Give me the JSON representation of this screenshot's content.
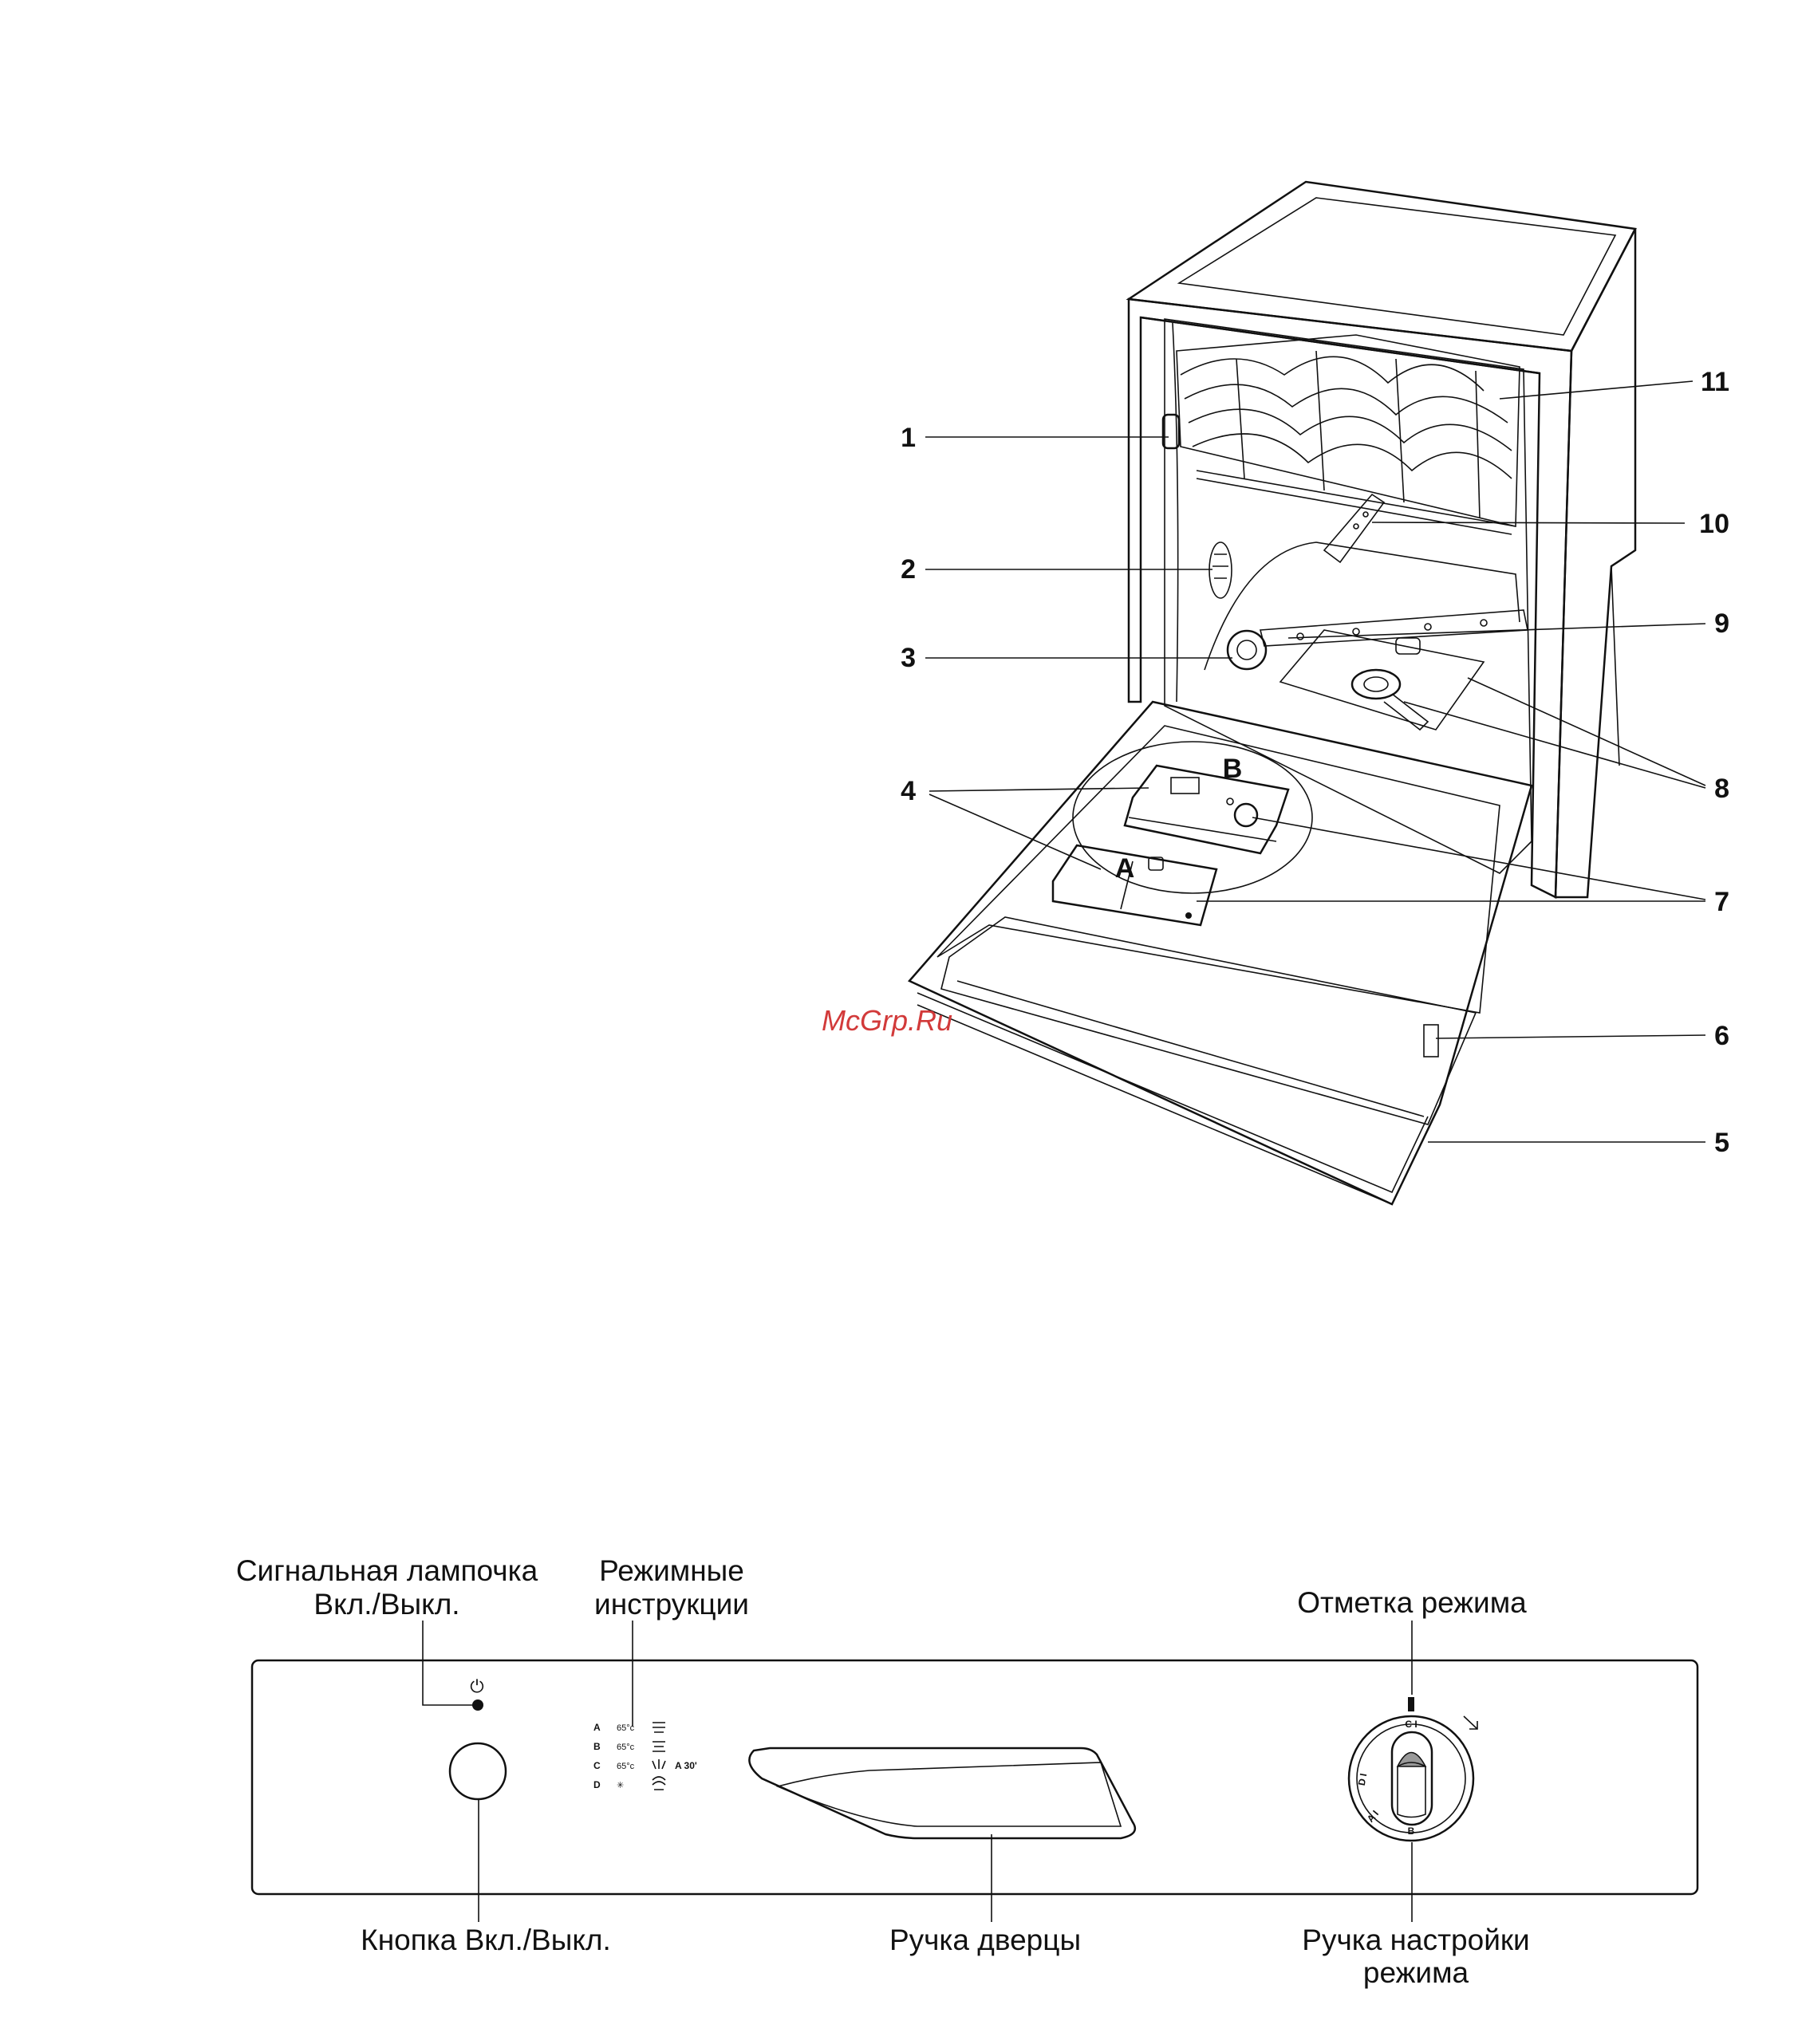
{
  "diagram": {
    "callouts": {
      "n1": "1",
      "n2": "2",
      "n3": "3",
      "n4": "4",
      "n5": "5",
      "n6": "6",
      "n7": "7",
      "n8": "8",
      "n9": "9",
      "n10": "10",
      "n11": "11",
      "dispenser_a": "A",
      "dispenser_b": "B"
    },
    "watermark": "McGrp.Ru"
  },
  "panel": {
    "signal_lamp_line1": "Сигнальная лампочка",
    "signal_lamp_line2": "Вкл./Выкл.",
    "mode_instructions_line1": "Режимные",
    "mode_instructions_line2": "инструкции",
    "mode_mark": "Отметка режима",
    "power_button": "Кнопка Вкл./Выкл.",
    "door_handle": "Ручка дверцы",
    "mode_knob_line1": "Ручка настройки",
    "mode_knob_line2": "режима",
    "power_symbol": "⏻",
    "programs": [
      {
        "letter": "A",
        "temp": "65°c"
      },
      {
        "letter": "B",
        "temp": "65°c"
      },
      {
        "letter": "C",
        "temp": "65°c"
      },
      {
        "letter": "D",
        "temp": "✳"
      }
    ],
    "a30": "A 30'",
    "dial_labels": {
      "c": "C I",
      "d": "D I",
      "a": "A I",
      "b": "B"
    }
  }
}
